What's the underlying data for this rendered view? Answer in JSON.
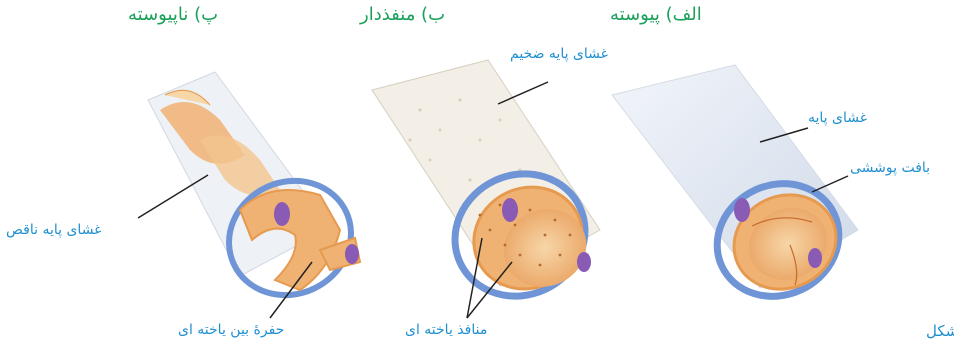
{
  "titles": {
    "continuous": "الف) پیوسته",
    "fenestrated": "ب) منفذدار",
    "discontinuous": "پ) ناپیوسته"
  },
  "labels": {
    "basement_membrane": "غشای پایه",
    "epithelial_tissue": "بافت پوششی",
    "thick_basement_membrane": "غشای پایه ضخیم",
    "cellular_pores": "منافذ یاخته ای",
    "incomplete_basement_membrane": "غشای پایه ناقص",
    "intercellular_gap": "حفرهٔ بین یاخته ای"
  },
  "caption": "شکل",
  "colors": {
    "title_green": "#1aa05a",
    "label_blue": "#1f8fd0",
    "membrane_blue": "#6f95d6",
    "tissue_orange": "#f0b272",
    "nucleus_purple": "#8a5bb5"
  }
}
